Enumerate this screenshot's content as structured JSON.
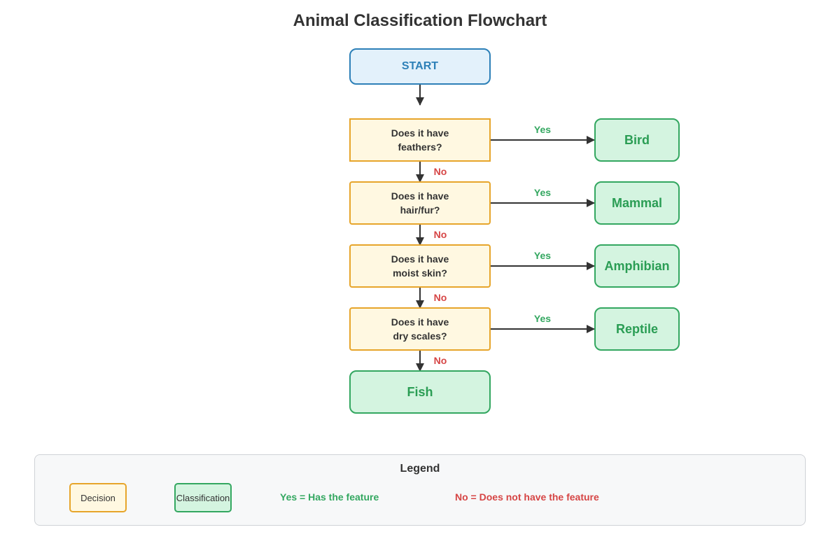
{
  "title": "Animal Classification Flowchart",
  "start": {
    "label": "START"
  },
  "decisions": [
    {
      "line1": "Does it have",
      "line2": "feathers?",
      "yes_result": "Bird"
    },
    {
      "line1": "Does it have",
      "line2": "hair/fur?",
      "yes_result": "Mammal"
    },
    {
      "line1": "Does it have",
      "line2": "moist skin?",
      "yes_result": "Amphibian"
    },
    {
      "line1": "Does it have",
      "line2": "dry scales?",
      "yes_result": "Reptile"
    }
  ],
  "final": {
    "label": "Fish"
  },
  "edge_labels": {
    "yes": "Yes",
    "no": "No"
  },
  "legend": {
    "title": "Legend",
    "decision": "Decision",
    "classification": "Classification",
    "yes_text": "Yes = Has the feature",
    "no_text": "No = Does not have the feature"
  },
  "colors": {
    "start_fill": "#e3f1fb",
    "start_stroke": "#2d80b8",
    "decision_fill": "#fff8e1",
    "decision_stroke": "#e7a52a",
    "class_fill": "#d4f4e0",
    "class_stroke": "#33a760",
    "yes": "#33a760",
    "no": "#d64545",
    "arrow": "#333333"
  }
}
